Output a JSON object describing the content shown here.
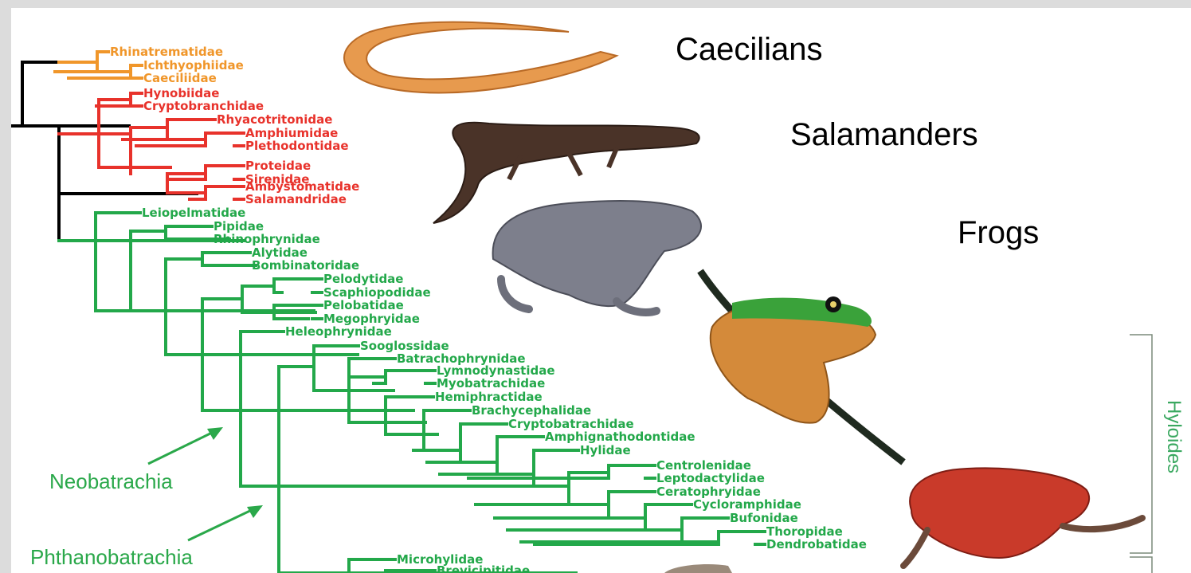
{
  "colors": {
    "caecilian": "#f0962a",
    "salamander": "#e8322b",
    "frog": "#23a84a",
    "root": "#000000"
  },
  "groups": {
    "caecilians": "Caecilians",
    "salamanders": "Salamanders",
    "frogs": "Frogs"
  },
  "clades": {
    "neobatrachia": "Neobatrachia",
    "phthanobatrachia": "Phthanobatrachia",
    "hyloides": "Hyloides"
  },
  "taxa": {
    "caecilians": [
      "Rhinatrematidae",
      "Ichthyophiidae",
      "Caeciliidae"
    ],
    "salamanders": [
      "Hynobiidae",
      "Cryptobranchidae",
      "Rhyacotritonidae",
      "Amphiumidae",
      "Plethodontidae",
      "Proteidae",
      "Sirenidae",
      "Ambystomatidae",
      "Salamandridae"
    ],
    "frogs": [
      "Leiopelmatidae",
      "Pipidae",
      "Rhinophrynidae",
      "Alytidae",
      "Bombinatoridae",
      "Pelodytidae",
      "Scaphiopodidae",
      "Pelobatidae",
      "Megophryidae",
      "Heleophrynidae",
      "Sooglossidae",
      "Batrachophrynidae",
      "Lymnodynastidae",
      "Myobatrachidae",
      "Hemiphractidae",
      "Brachycephalidae",
      "Cryptobatrachidae",
      "Amphignathodontidae",
      "Hylidae",
      "Centrolenidae",
      "Leptodactylidae",
      "Ceratophryidae",
      "Cycloramphidae",
      "Bufonidae",
      "Thoropidae",
      "Dendrobatidae",
      "Microhylidae",
      "Brevicipitidae"
    ]
  },
  "photos": [
    "caecilian-photo",
    "salamander-photo",
    "toad-photo",
    "tree-frog-photo",
    "poison-frog-photo"
  ]
}
